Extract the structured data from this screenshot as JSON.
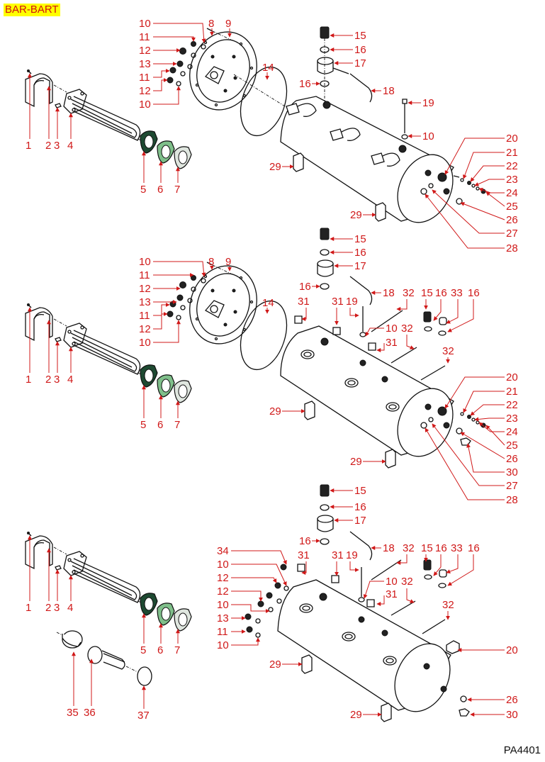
{
  "header": {
    "model_tag": "BAR-BART",
    "model_tag_bg": "#ffff00",
    "model_tag_color": "#d01010"
  },
  "footer": {
    "document_code": "PA4401"
  },
  "colors": {
    "callout": "#d01818",
    "gasket_dark": "#1e4a32",
    "gasket_mid": "#7fbf8a",
    "gasket_light": "#dfe6df",
    "line": "#111111"
  },
  "views": [
    {
      "name": "view-1",
      "callouts": [
        "1",
        "2",
        "3",
        "4",
        "5",
        "6",
        "7",
        "8",
        "9",
        "10",
        "11",
        "12",
        "13",
        "11",
        "12",
        "10",
        "14",
        "15",
        "16",
        "17",
        "16",
        "18",
        "19",
        "10",
        "20",
        "21",
        "22",
        "23",
        "24",
        "25",
        "26",
        "27",
        "28",
        "29",
        "29"
      ]
    },
    {
      "name": "view-2",
      "callouts": [
        "1",
        "2",
        "3",
        "4",
        "5",
        "6",
        "7",
        "8",
        "9",
        "10",
        "11",
        "12",
        "13",
        "11",
        "12",
        "10",
        "14",
        "15",
        "16",
        "17",
        "16",
        "18",
        "19",
        "10",
        "31",
        "31",
        "31",
        "32",
        "32",
        "32",
        "15",
        "16",
        "33",
        "16",
        "20",
        "21",
        "22",
        "23",
        "24",
        "25",
        "26",
        "30",
        "27",
        "28",
        "29",
        "29"
      ]
    },
    {
      "name": "view-3",
      "callouts": [
        "1",
        "2",
        "3",
        "4",
        "5",
        "6",
        "7",
        "15",
        "16",
        "17",
        "16",
        "18",
        "34",
        "10",
        "12",
        "12",
        "10",
        "13",
        "11",
        "10",
        "31",
        "31",
        "19",
        "10",
        "31",
        "32",
        "32",
        "32",
        "15",
        "16",
        "33",
        "16",
        "20",
        "26",
        "30",
        "29",
        "29",
        "35",
        "36",
        "37"
      ]
    }
  ],
  "labels": {
    "v1": {
      "l1": "1",
      "l2": "2",
      "l3": "3",
      "l4": "4",
      "l5": "5",
      "l6": "6",
      "l7": "7",
      "l8": "8",
      "l9": "9",
      "l10a": "10",
      "l11a": "11",
      "l12a": "12",
      "l13": "13",
      "l11b": "11",
      "l12b": "12",
      "l10b": "10",
      "l14": "14",
      "l15": "15",
      "l16a": "16",
      "l17": "17",
      "l16b": "16",
      "l18": "18",
      "l19": "19",
      "l10c": "10",
      "l20": "20",
      "l21": "21",
      "l22": "22",
      "l23": "23",
      "l24": "24",
      "l25": "25",
      "l26": "26",
      "l27": "27",
      "l28": "28",
      "l29a": "29",
      "l29b": "29"
    },
    "v2": {
      "l1": "1",
      "l2": "2",
      "l3": "3",
      "l4": "4",
      "l5": "5",
      "l6": "6",
      "l7": "7",
      "l8": "8",
      "l9": "9",
      "l10a": "10",
      "l11a": "11",
      "l12a": "12",
      "l13": "13",
      "l11b": "11",
      "l12b": "12",
      "l10b": "10",
      "l14": "14",
      "l15": "15",
      "l16a": "16",
      "l17": "17",
      "l16b": "16",
      "l18": "18",
      "l19": "19",
      "l10c": "10",
      "l31a": "31",
      "l31b": "31",
      "l31c": "31",
      "l32a": "32",
      "l32b": "32",
      "l32c": "32",
      "l15b": "15",
      "l16c": "16",
      "l33": "33",
      "l16d": "16",
      "l20": "20",
      "l21": "21",
      "l22": "22",
      "l23": "23",
      "l24": "24",
      "l25": "25",
      "l26": "26",
      "l30": "30",
      "l27": "27",
      "l28": "28",
      "l29a": "29",
      "l29b": "29"
    },
    "v3": {
      "l1": "1",
      "l2": "2",
      "l3": "3",
      "l4": "4",
      "l5": "5",
      "l6": "6",
      "l7": "7",
      "l15": "15",
      "l16a": "16",
      "l17": "17",
      "l16b": "16",
      "l18": "18",
      "l34": "34",
      "l10a": "10",
      "l12a": "12",
      "l12b": "12",
      "l10b": "10",
      "l13": "13",
      "l11": "11",
      "l10c": "10",
      "l31a": "31",
      "l31b": "31",
      "l19": "19",
      "l10d": "10",
      "l31c": "31",
      "l32a": "32",
      "l32b": "32",
      "l32c": "32",
      "l15b": "15",
      "l16c": "16",
      "l33": "33",
      "l16d": "16",
      "l20": "20",
      "l26": "26",
      "l30": "30",
      "l29a": "29",
      "l29b": "29",
      "l35": "35",
      "l36": "36",
      "l37": "37"
    }
  }
}
